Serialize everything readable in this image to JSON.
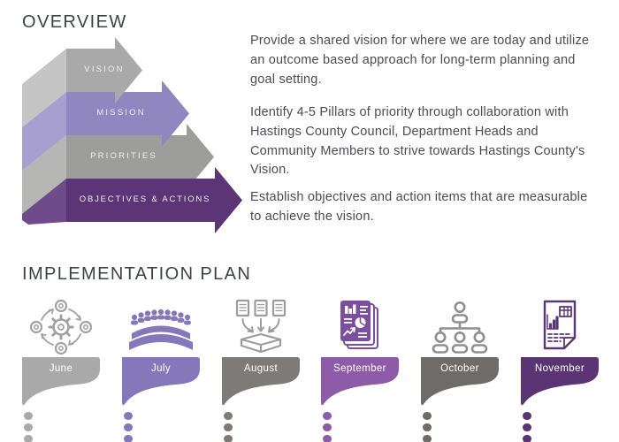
{
  "overview": {
    "title": "OVERVIEW",
    "arrows": [
      {
        "label": "VISION",
        "fill": "#a9a9a9",
        "fold": "#c5c5c5"
      },
      {
        "label": "MISSION",
        "fill": "#9187c0",
        "fold": "#a89fd1"
      },
      {
        "label": "PRIORITIES",
        "fill": "#9d9d9b",
        "fold": "#b6b6b4"
      },
      {
        "label": "OBJECTIVES & ACTIONS",
        "fill": "#5b3575",
        "fold": "#6f4b8b"
      }
    ],
    "paragraphs": [
      "Provide a shared vision for where we are today and utilize an outcome based approach for long-term planning and goal setting.",
      "Identify 4-5 Pillars of priority through collaboration with Hastings County Council, Department Heads and Community Members to strive towards Hastings County's Vision.",
      "Establish objectives and action items that are measurable to achieve the vision."
    ]
  },
  "implementation": {
    "title": "IMPLEMENTATION PLAN",
    "months": [
      {
        "label": "June",
        "color": "#a9a9a9",
        "icon": "process-gears-icon",
        "icon_color": "#a2a2a2"
      },
      {
        "label": "July",
        "color": "#8478ba",
        "icon": "council-audience-icon",
        "icon_color": "#8478ba"
      },
      {
        "label": "August",
        "color": "#7e7a77",
        "icon": "documents-inbox-icon",
        "icon_color": "#9c9c9c"
      },
      {
        "label": "September",
        "color": "#8d5ba7",
        "icon": "report-charts-icon",
        "icon_color": "#7b4f9e"
      },
      {
        "label": "October",
        "color": "#6e6b69",
        "icon": "team-hierarchy-icon",
        "icon_color": "#8f8f8f"
      },
      {
        "label": "November",
        "color": "#5b3473",
        "icon": "report-document-icon",
        "icon_color": "#5b3677"
      }
    ]
  },
  "colors": {
    "body_text": "#4e4954",
    "heading_text": "#3e4247",
    "label_text": "#ffffff"
  }
}
